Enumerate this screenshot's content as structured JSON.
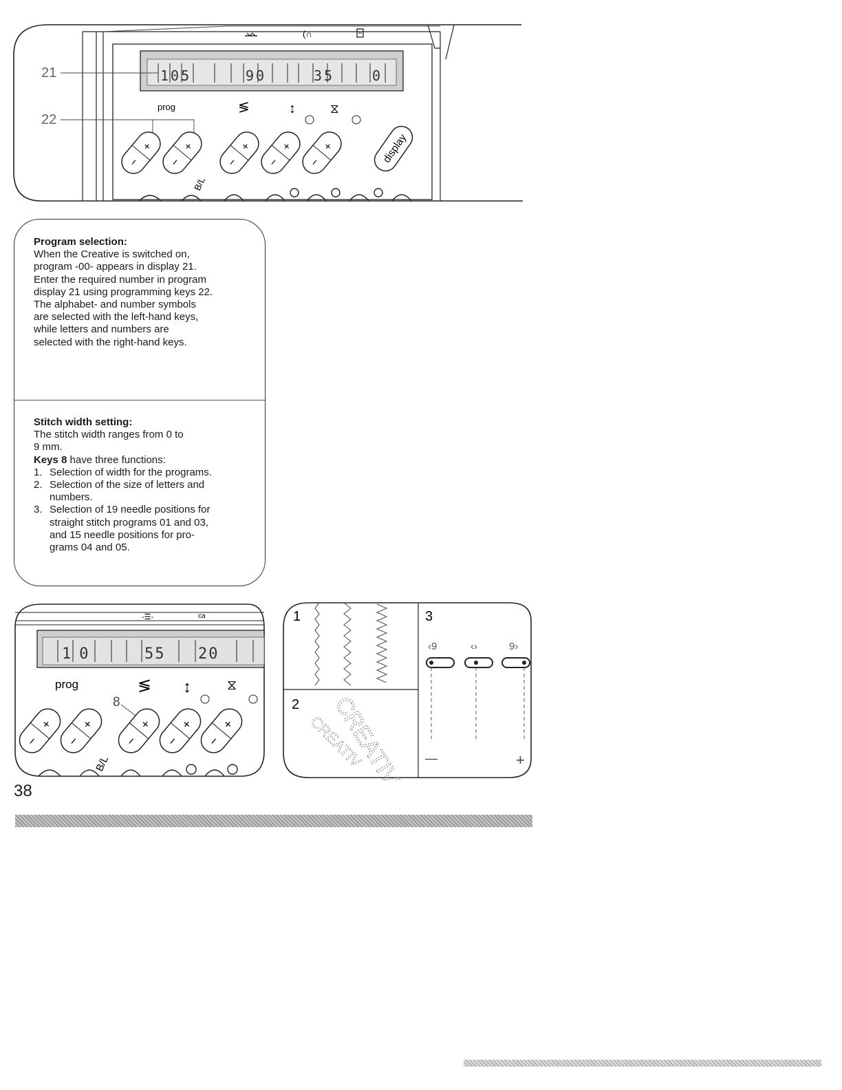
{
  "top_figure": {
    "callout_display": "21",
    "callout_keys": "22",
    "display_groups": [
      "105",
      "90",
      "35",
      "0"
    ],
    "label_prog": "prog",
    "label_display_key": "display",
    "label_bl": "B/L"
  },
  "program_selection": {
    "heading": "Program selection:",
    "lines": [
      "When the Creative is switched on,",
      "program -00- appears in display 21.",
      "Enter the required number in program",
      "display 21 using programming keys 22.",
      "The alphabet- and number symbols",
      "are selected with the left-hand keys,",
      "while letters and numbers are",
      "selected with the right-hand keys."
    ]
  },
  "stitch_width": {
    "heading": "Stitch width setting:",
    "lines": [
      "The stitch width ranges from 0 to",
      "9 mm."
    ],
    "keys_bold": "Keys 8",
    "keys_rest": " have three functions:",
    "items": [
      {
        "num": "1.",
        "lines": [
          "Selection of width for the programs."
        ]
      },
      {
        "num": "2.",
        "lines": [
          "Selection of the size of letters and",
          "numbers."
        ]
      },
      {
        "num": "3.",
        "lines": [
          "Selection of 19 needle positions for",
          "straight stitch programs 01 and 03,",
          "and 15 needle positions for pro-",
          "grams 04 and 05."
        ]
      }
    ]
  },
  "bottom_figure": {
    "display_groups": [
      "10",
      "55",
      "20"
    ],
    "label_prog": "prog",
    "callout_keys": "8",
    "label_bl": "B/L"
  },
  "examples_figure": {
    "panel_1": "1",
    "panel_2": "2",
    "panel_3": "3",
    "letters_large": "CREATIV",
    "letters_small": "CREATIV",
    "pos_left": "‹9",
    "pos_center": "‹›",
    "pos_right": "9›",
    "minus": "—",
    "plus": "+"
  },
  "page_number": "38"
}
